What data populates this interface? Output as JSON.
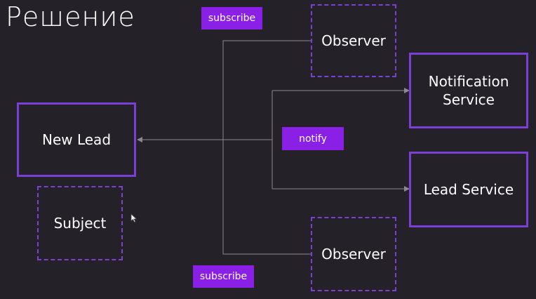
{
  "title": "Решение",
  "boxes": {
    "new_lead": "New Lead",
    "subject": "Subject",
    "observer_top": "Observer",
    "observer_bottom": "Observer",
    "notification_service": "Notification Service",
    "lead_service": "Lead Service"
  },
  "tags": {
    "subscribe_top": "subscribe",
    "subscribe_bottom": "subscribe",
    "notify": "notify"
  },
  "colors": {
    "background": "#242228",
    "accent_border": "#7b3fd6",
    "tag_fill": "#8a1fe6",
    "connector": "#8a8890"
  }
}
